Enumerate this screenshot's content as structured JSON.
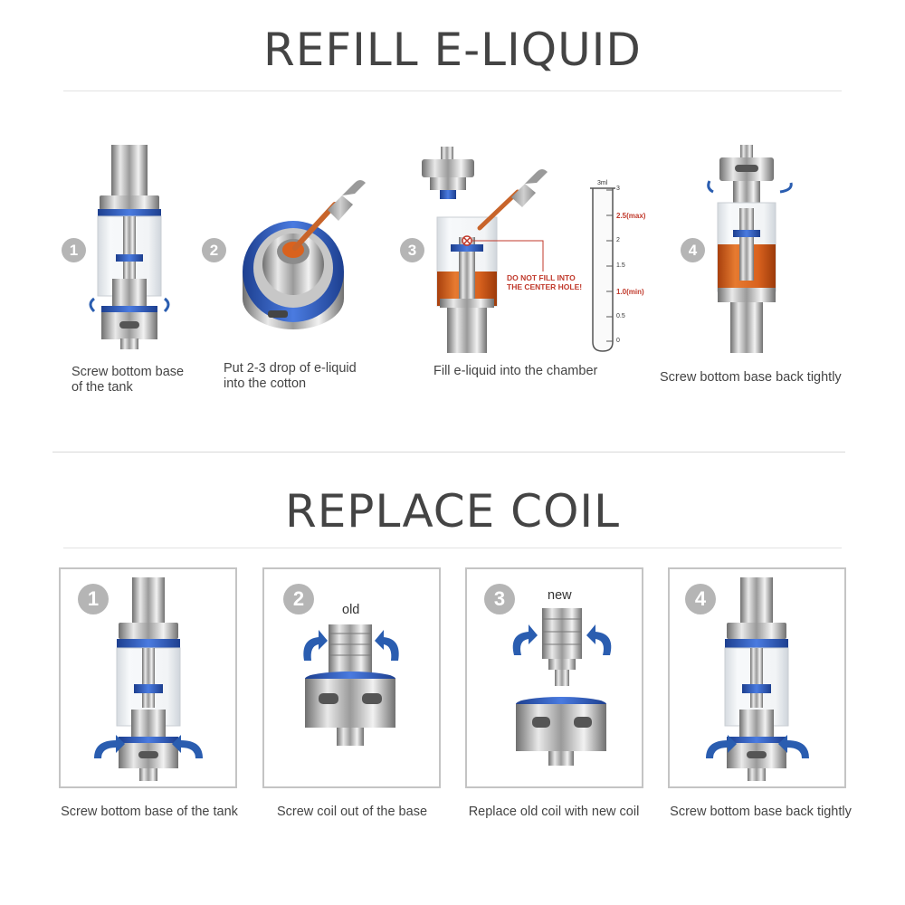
{
  "sections": {
    "refill_title": "REFILL E-LIQUID",
    "replace_title": "REPLACE COIL"
  },
  "refill_steps": [
    {
      "num": "1",
      "caption": "Screw bottom base of the tank"
    },
    {
      "num": "2",
      "caption": "Put 2-3 drop of e-liquid into the cotton"
    },
    {
      "num": "3",
      "caption": "Fill e-liquid into the chamber"
    },
    {
      "num": "4",
      "caption": "Screw bottom base back tightly"
    }
  ],
  "tube": {
    "cap_label": "3ml",
    "ticks": [
      "3",
      "2.5(max)",
      "2",
      "1.5",
      "1.0(min)",
      "0.5",
      "0"
    ],
    "warning_line1": "DO NOT FILL INTO",
    "warning_line2": "THE CENTER HOLE!"
  },
  "replace_steps": [
    {
      "num": "1",
      "caption": "Screw bottom base of the tank",
      "label": ""
    },
    {
      "num": "2",
      "caption": "Screw coil out of the base",
      "label": "old"
    },
    {
      "num": "3",
      "caption": "Replace old coil with new coil",
      "label": "new"
    },
    {
      "num": "4",
      "caption": "Screw bottom base back tightly",
      "label": ""
    }
  ],
  "colors": {
    "metal": "#b8b8b8",
    "glass_ring": "#2f5fc4",
    "liquid": "#d9621e",
    "arrow": "#2a5db0",
    "badge": "#b5b5b5",
    "warning": "#c0392b"
  }
}
